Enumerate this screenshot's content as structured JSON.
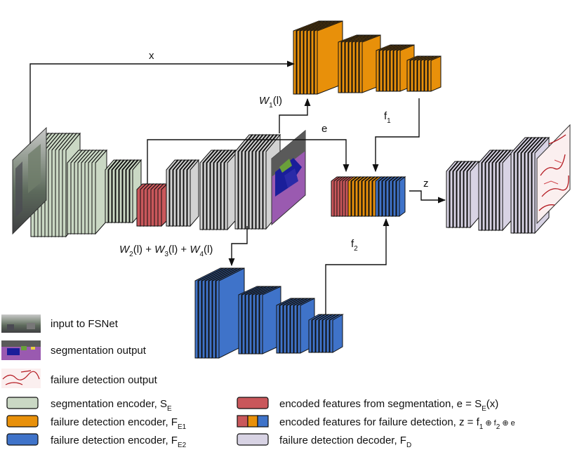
{
  "labels": {
    "x": "x",
    "e": "e",
    "z": "z",
    "f1": {
      "base": "f",
      "sub": "1"
    },
    "f2": {
      "base": "f",
      "sub": "2"
    },
    "w1": {
      "W": "W",
      "sub": "1",
      "rest": "(l)"
    },
    "w234": {
      "W": "W",
      "sub2": "2",
      "mid1": "(l) + ",
      "sub3": "3",
      "mid2": "(l) + ",
      "sub4": "4",
      "rest": "(l)"
    }
  },
  "legend": {
    "input": "input to FSNet",
    "segmentation": "segmentation output",
    "failure": "failure detection output",
    "seg_encoder": {
      "text": "segmentation encoder, S",
      "sub": "E"
    },
    "fail_encoder1": {
      "text": "failure detection encoder, F",
      "sub": "E1"
    },
    "fail_encoder2": {
      "text": "failure detection encoder, F",
      "sub": "E2"
    },
    "encoded_seg": {
      "text": "encoded features from segmentation, e = S",
      "sub": "E",
      "rest": "(x)"
    },
    "encoded_fail": {
      "text": "encoded features for failure detection, z = f",
      "sub1": "1",
      "op1": " ⊕ f",
      "sub2": "2",
      "op2": " ⊕ e"
    },
    "decoder": {
      "text": "failure detection decoder, F",
      "sub": "D"
    }
  },
  "colors": {
    "seg_encoder": "#cad8c4",
    "fail_encoder1": "#e8900a",
    "fail_encoder2": "#3f73c9",
    "encoded_seg": "#c9575b",
    "decoder": "#d8d3e4",
    "gray_decoder": "#d2d2d2"
  },
  "icons": [
    "street-image-icon",
    "segmentation-map-icon",
    "failure-heatmap-icon"
  ]
}
